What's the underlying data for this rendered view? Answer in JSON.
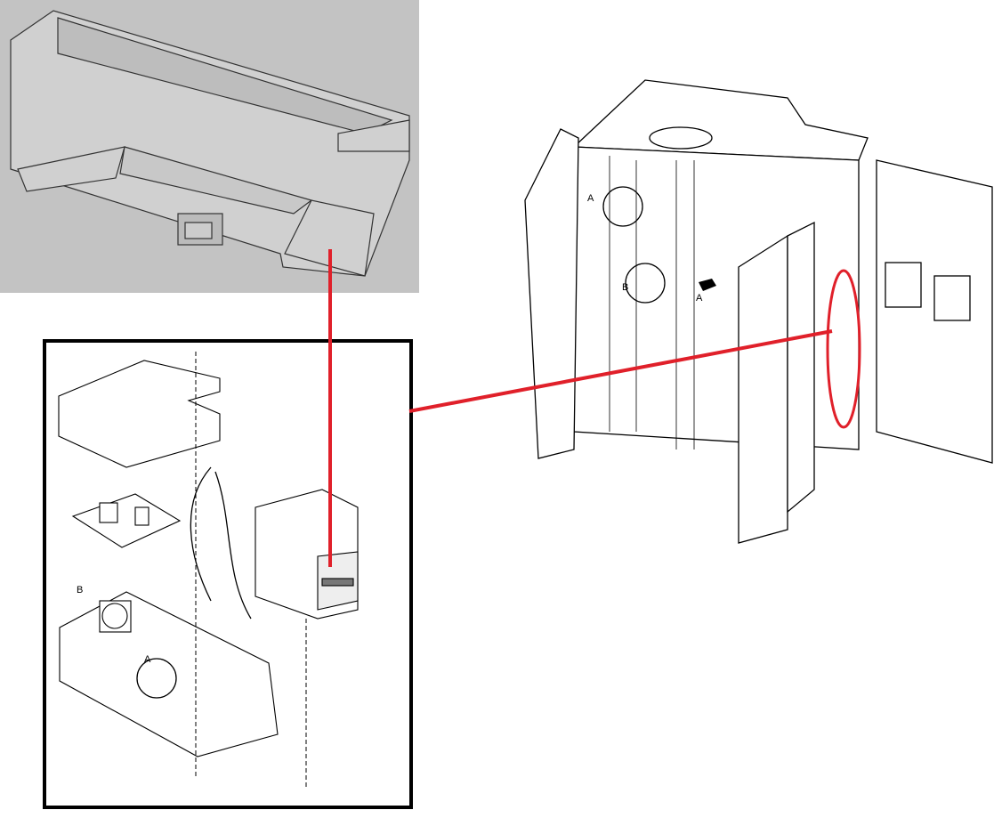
{
  "callouts": {
    "left_a": "A",
    "left_b": "B",
    "right_a_top": "A",
    "right_b": "B",
    "right_a_arrow": "A"
  },
  "colors": {
    "highlight": "#e0202a",
    "panel": "#c3c3c3"
  }
}
